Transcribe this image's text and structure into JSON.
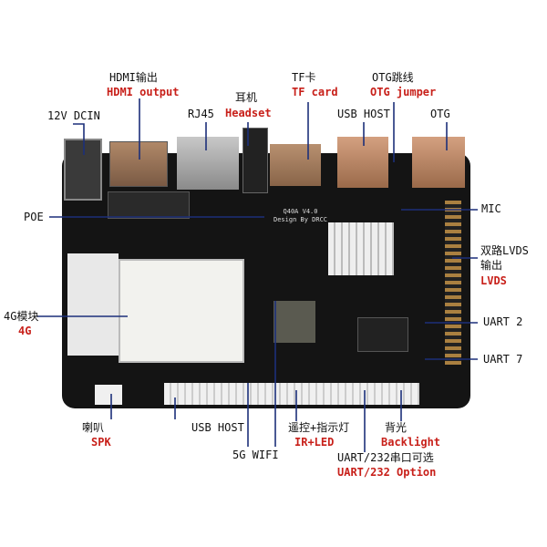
{
  "board": {
    "silkscreen_model": "Q40A  V4.0",
    "silkscreen_design": "Design By DRCC"
  },
  "labels": {
    "hdmi": {
      "cn": "HDMI输出",
      "en": "HDMI output"
    },
    "dcin": {
      "cn": "12V DCIN"
    },
    "rj45": {
      "cn": "RJ45"
    },
    "headset": {
      "cn": "耳机",
      "en": "Headset"
    },
    "tf": {
      "cn": "TF卡",
      "en": "TF card"
    },
    "otg_jumper": {
      "cn": "OTG跳线",
      "en": "OTG jumper"
    },
    "usb_host_top": {
      "cn": "USB HOST"
    },
    "otg": {
      "cn": "OTG"
    },
    "poe": {
      "cn": "POE"
    },
    "mic": {
      "cn": "MIC"
    },
    "lvds": {
      "cn1": "双路LVDS",
      "cn2": "输出",
      "en": "LVDS"
    },
    "module4g": {
      "cn": "4G模块",
      "en": "4G"
    },
    "uart2": {
      "cn": "UART 2"
    },
    "uart7": {
      "cn": "UART 7"
    },
    "spk": {
      "cn": "喇叭",
      "en": "SPK"
    },
    "usb_host_bottom": {
      "cn": "USB HOST"
    },
    "wifi": {
      "cn": "5G WIFI"
    },
    "irled": {
      "cn": "遥控+指示灯",
      "en": "IR+LED"
    },
    "backlight": {
      "cn": "背光",
      "en": "Backlight"
    },
    "uart232": {
      "cn": "UART/232串口可选",
      "en": "UART/232 Option"
    }
  },
  "colors": {
    "accent_red": "#c8201a",
    "pointer": "#1c2f7a",
    "board": "#121212"
  }
}
